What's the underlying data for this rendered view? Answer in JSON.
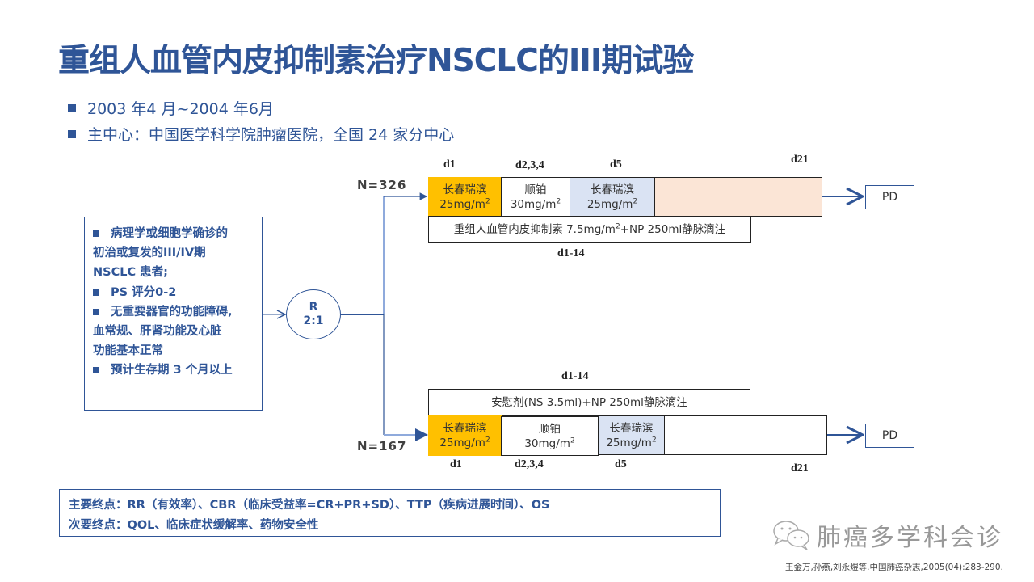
{
  "title": "重组人血管内皮抑制素治疗NSCLC的III期试验",
  "bullets": [
    "2003 年4 月~2004 年6月",
    "主中心：中国医学科学院肿瘤医院，全国  24 家分中心"
  ],
  "criteria": [
    {
      "bullet": true,
      "text": "病理学或细胞学确诊的"
    },
    {
      "bullet": false,
      "text": "初治或复发的III/IV期"
    },
    {
      "bullet": false,
      "text": "NSCLC 患者;"
    },
    {
      "bullet": true,
      "text": "PS 评分0-2"
    },
    {
      "bullet": true,
      "text": "无重要器官的功能障碍,"
    },
    {
      "bullet": false,
      "text": "血常规、肝肾功能及心脏"
    },
    {
      "bullet": false,
      "text": "功能基本正常"
    },
    {
      "bullet": true,
      "text": "预计生存期 3 个月以上"
    }
  ],
  "randomization": {
    "line1": "R",
    "line2": "2:1"
  },
  "arm_top": {
    "n_label": "N=326",
    "days": {
      "d1": "d1",
      "d234": "d2,3,4",
      "d5": "d5",
      "d21": "d21",
      "range": "d1-14"
    },
    "cells": [
      {
        "drug": "长春瑞滨",
        "dose": "25mg/m",
        "sup": "2",
        "color": "#ffc000"
      },
      {
        "drug": "顺铂",
        "dose": "30mg/m",
        "sup": "2",
        "color": "#ffffff"
      },
      {
        "drug": "长春瑞滨",
        "dose": "25mg/m",
        "sup": "2",
        "color": "#dae3f3"
      },
      {
        "drug": "",
        "dose": "",
        "sup": "",
        "color": "#fbe5d6"
      }
    ],
    "infusion": {
      "pre": "重组人血管内皮抑制素 7.5mg/m",
      "sup": "2",
      "post": "+NP 250ml静脉滴注"
    },
    "outcome": "PD"
  },
  "arm_bottom": {
    "n_label": "N=167",
    "days": {
      "d1": "d1",
      "d234": "d2,3,4",
      "d5": "d5",
      "d21": "d21",
      "range": "d1-14"
    },
    "cells": [
      {
        "drug": "长春瑞滨",
        "dose": "25mg/m",
        "sup": "2",
        "color": "#ffc000"
      },
      {
        "drug": "顺铂",
        "dose": "30mg/m",
        "sup": "2",
        "color": "#ffffff"
      },
      {
        "drug": "长春瑞滨",
        "dose": "25mg/m",
        "sup": "2",
        "color": "#dae3f3"
      },
      {
        "drug": "",
        "dose": "",
        "sup": "",
        "color": "#ffffff"
      }
    ],
    "infusion": {
      "text": "安慰剂(NS 3.5ml)+NP 250ml静脉滴注"
    },
    "outcome": "PD"
  },
  "endpoints": {
    "primary": "主要终点：RR（有效率）、CBR（临床受益率=CR+PR+SD）、TTP（疾病进展时间）、OS",
    "secondary": "次要终点：QOL、临床症状缓解率、药物安全性"
  },
  "watermark": {
    "icon": "wechat-icon",
    "text": "肺癌多学科会诊"
  },
  "citation": "王金万,孙燕,刘永煜等.中国肺癌杂志,2005(04):283-290.",
  "colors": {
    "accent": "#2f5597",
    "orange": "#ffc000",
    "light_blue": "#dae3f3",
    "peach": "#fbe5d6"
  }
}
